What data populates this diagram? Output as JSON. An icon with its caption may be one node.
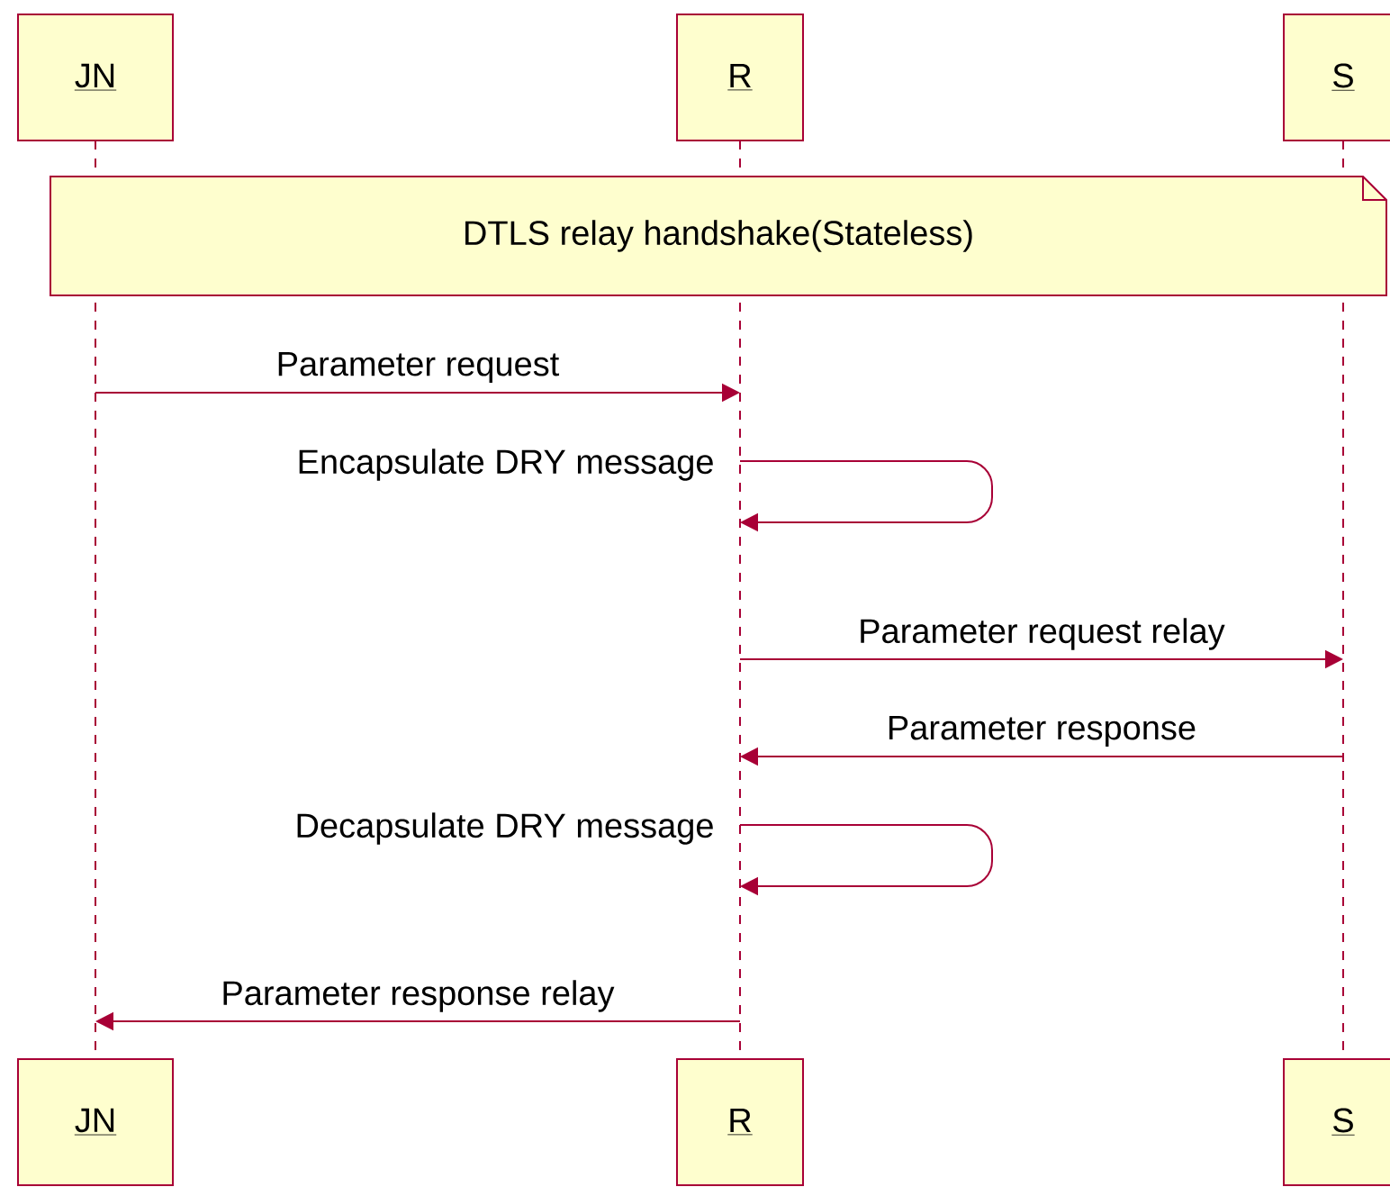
{
  "diagram": {
    "nodes": [
      {
        "text": [
          "JN"
        ]
      },
      {
        "text": [
          "R"
        ]
      },
      {
        "text": [
          "S"
        ]
      },
      {
        "text": [],
        "shape": "line"
      },
      {
        "text": [],
        "shape": "line"
      },
      {
        "text": [],
        "shape": "line"
      },
      {
        "text": [
          "DTLS relay handshake(Stateless)"
        ]
      },
      {
        "text": [
          "JN"
        ]
      },
      {
        "text": [
          "R"
        ]
      },
      {
        "text": [
          "S"
        ]
      }
    ],
    "edges": [
      {
        "from": 3,
        "to": 4,
        "arrow": "to",
        "label": "Parameter request"
      },
      {
        "from": 4,
        "to": 4,
        "arrow": "to",
        "label": "Encapsulate DRY message"
      },
      {
        "from": 4,
        "to": 5,
        "arrow": "to",
        "label": "Parameter request relay"
      },
      {
        "from": 5,
        "to": 4,
        "arrow": "to",
        "label": "Parameter response"
      },
      {
        "from": 4,
        "to": 4,
        "arrow": "to",
        "label": "Decapsulate DRY message"
      },
      {
        "from": 4,
        "to": 3,
        "arrow": "to",
        "label": "Parameter response relay"
      }
    ]
  }
}
